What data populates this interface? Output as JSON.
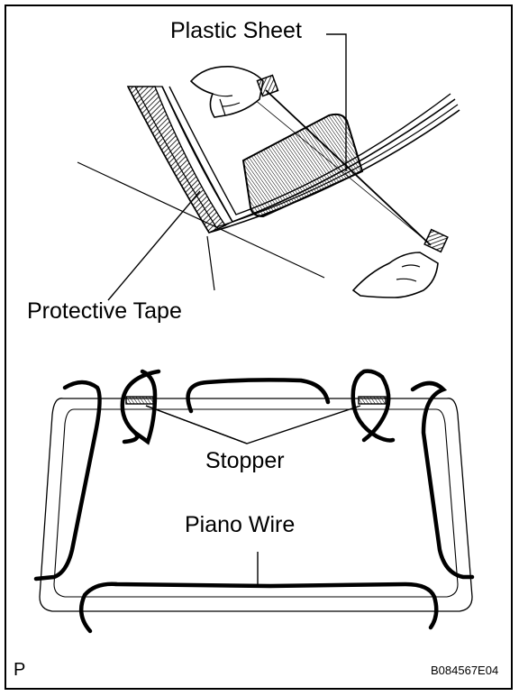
{
  "labels": {
    "plastic_sheet": "Plastic Sheet",
    "protective_tape": "Protective Tape",
    "stopper": "Stopper",
    "piano_wire": "Piano Wire",
    "corner_letter": "P",
    "figure_code": "B084567E04"
  },
  "colors": {
    "ink": "#000000",
    "paper": "#ffffff",
    "hatch": "#3a3a3a"
  }
}
